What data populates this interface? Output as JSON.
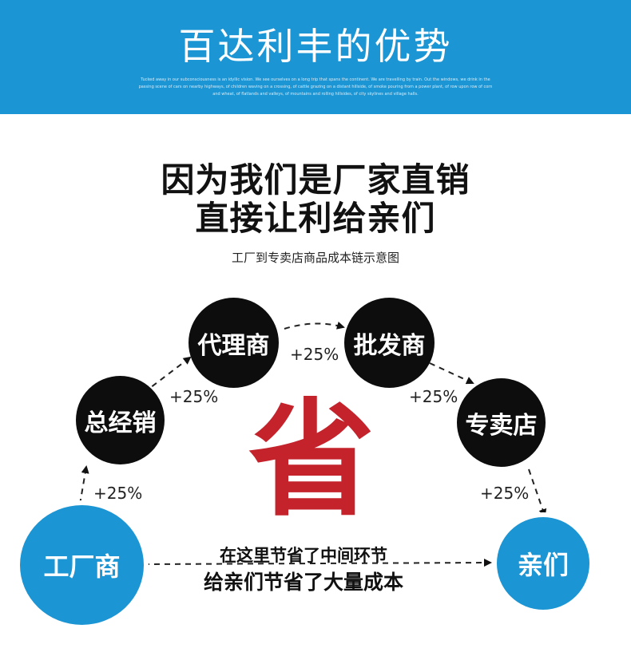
{
  "banner": {
    "title": "百达利丰的优势",
    "subtitle": "Tucked away in our subconsciousness is an idyllic vision. We see ourselves on a long trip that spans the continent. We are travelling by train. Out the windows, we drink in the passing scene of cars on nearby highways, of children waving on a crossing, of cattle grazing on a distant hillside, of smoke pouring from a power plant, of row upon row of corn and wheat, of flatlands and valleys, of mountains and rolling hillsides, of city skylines and village halls."
  },
  "headline": {
    "line1": "因为我们是厂家直销",
    "line2": "直接让利给亲们"
  },
  "diagram_title": "工厂到专卖店商品成本链示意图",
  "nodes": {
    "factory": "工厂商",
    "distributor": "总经销",
    "agent": "代理商",
    "wholesaler": "批发商",
    "store": "专卖店",
    "customer": "亲们"
  },
  "markups": {
    "factory_to_distributor": "+25%",
    "distributor_to_agent": "+25%",
    "agent_to_wholesaler": "+25%",
    "wholesaler_to_store": "+25%",
    "store_to_customer": "+25%"
  },
  "saving_char": "省",
  "captions": {
    "line1": "在这里节省了中间环节",
    "line2": "给亲们节省了大量成本"
  },
  "colors": {
    "banner_blue": "#1b95d3",
    "node_black": "#0d0d0d",
    "saving_red": "#c4232c"
  }
}
